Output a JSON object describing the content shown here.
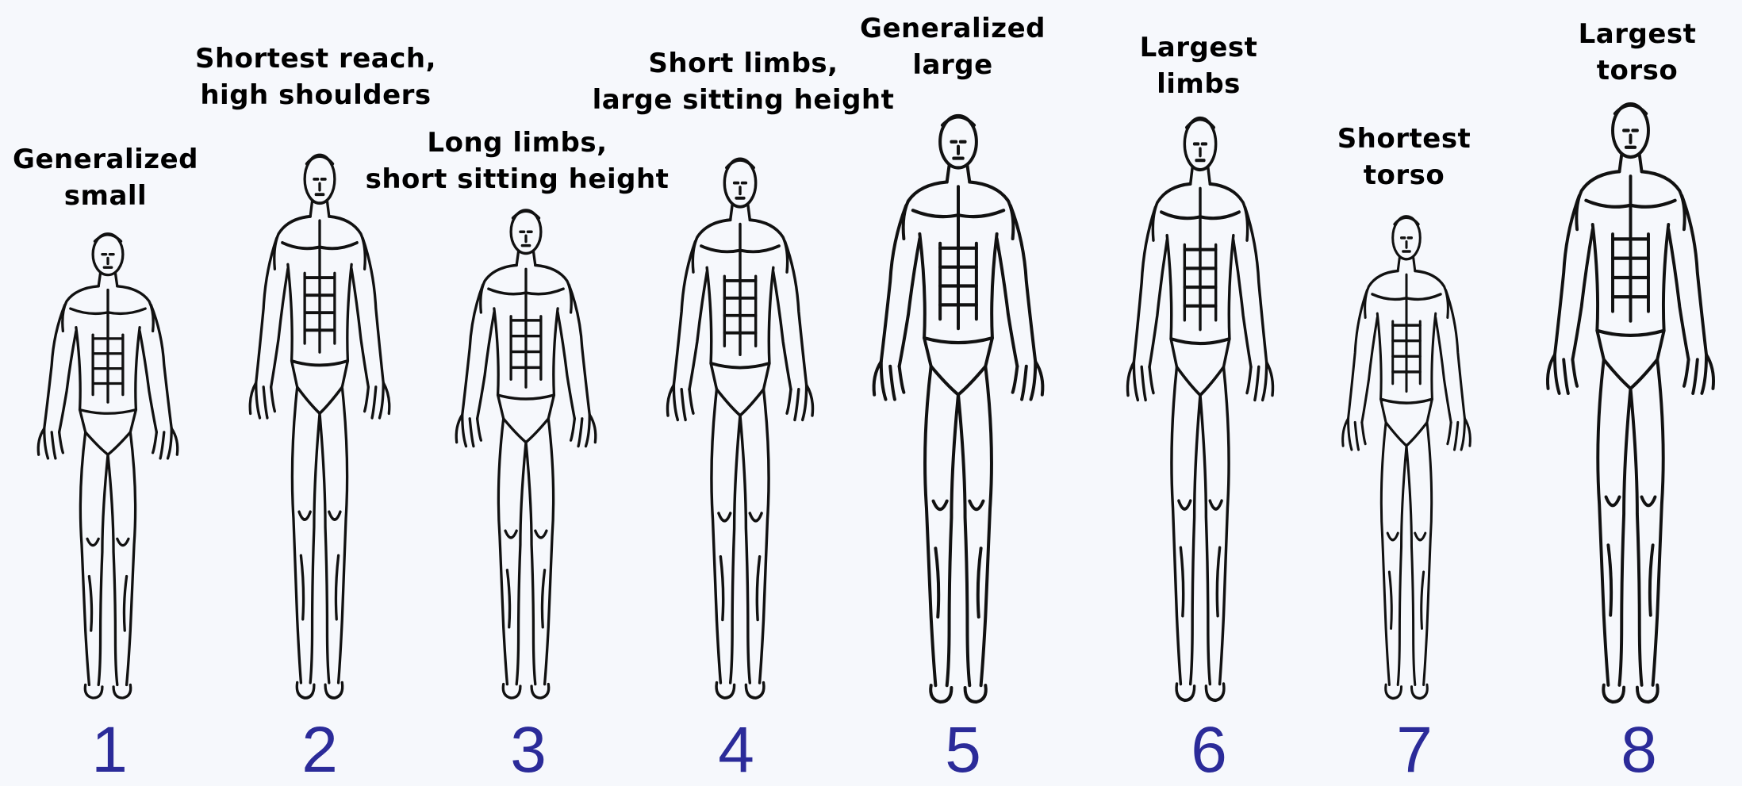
{
  "colors": {
    "number": "#2b2b99",
    "line": "#111111",
    "background": "#f6f8fc"
  },
  "figures": [
    {
      "number": "1",
      "label": [
        "Generalized",
        "small"
      ]
    },
    {
      "number": "2",
      "label": [
        "Shortest reach,",
        "high shoulders"
      ]
    },
    {
      "number": "3",
      "label": [
        "Long limbs,",
        "short sitting height"
      ]
    },
    {
      "number": "4",
      "label": [
        "Short limbs,",
        "large sitting height"
      ]
    },
    {
      "number": "5",
      "label": [
        "Generalized",
        "large"
      ]
    },
    {
      "number": "6",
      "label": [
        "Largest",
        "limbs"
      ]
    },
    {
      "number": "7",
      "label": [
        "Shortest",
        "torso"
      ]
    },
    {
      "number": "8",
      "label": [
        "Largest",
        "torso"
      ]
    }
  ]
}
